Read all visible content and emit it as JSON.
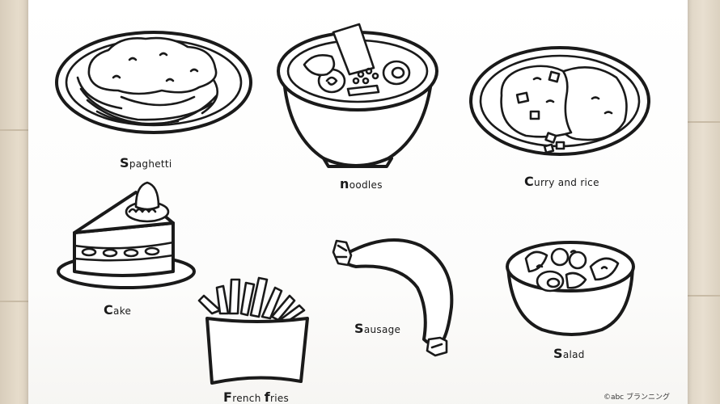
{
  "foods": [
    {
      "id": "spaghetti",
      "initial": "S",
      "rest": "paghetti"
    },
    {
      "id": "noodles",
      "initial": "n",
      "rest": "oodles"
    },
    {
      "id": "curry",
      "initial": "C",
      "rest": "urry and rice"
    },
    {
      "id": "cake",
      "initial": "C",
      "rest": "ake"
    },
    {
      "id": "fries",
      "initial": "F",
      "rest": "rench ",
      "initial2": "f",
      "rest2": "ries"
    },
    {
      "id": "sausage",
      "initial": "S",
      "rest": "ausage"
    },
    {
      "id": "salad",
      "initial": "S",
      "rest": "alad"
    }
  ],
  "credit": "©abc ブランニング",
  "colors": {
    "ink": "#1a1a1a",
    "paper": "#ffffff",
    "wood": "#e2d8c7"
  }
}
